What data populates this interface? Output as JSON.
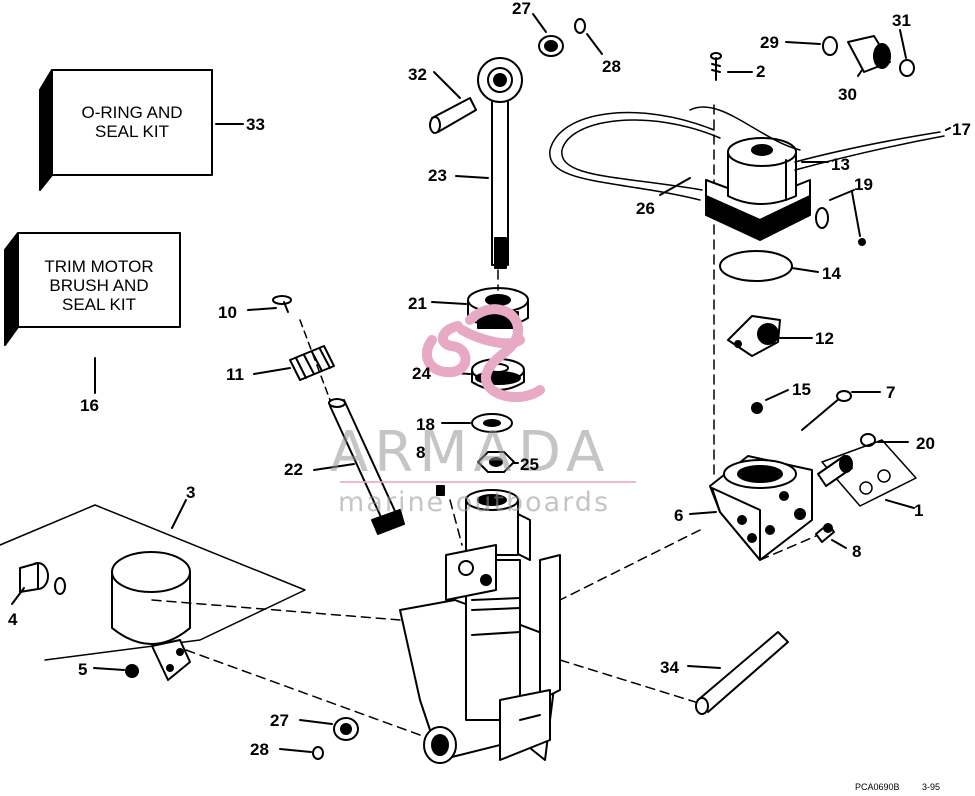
{
  "kits": {
    "oring_seal_kit": "O-RING AND\nSEAL KIT",
    "trim_motor_kit": "TRIM MOTOR\nBRUSH AND\nSEAL KIT"
  },
  "callouts": {
    "c1": "1",
    "c2": "2",
    "c3": "3",
    "c4": "4",
    "c5": "5",
    "c6": "6",
    "c7": "7",
    "c8a": "8",
    "c8b": "8",
    "c10": "10",
    "c11": "11",
    "c12": "12",
    "c13": "13",
    "c14": "14",
    "c15": "15",
    "c16": "16",
    "c17": "17",
    "c18": "18",
    "c19": "19",
    "c20": "20",
    "c21": "21",
    "c22": "22",
    "c23": "23",
    "c24": "24",
    "c25": "25",
    "c26": "26",
    "c27a": "27",
    "c27b": "27",
    "c28a": "28",
    "c28b": "28",
    "c29": "29",
    "c30": "30",
    "c31": "31",
    "c32": "32",
    "c33": "33",
    "c34": "34"
  },
  "watermark": {
    "brand": "ARMADA",
    "tagline": "marine outboards",
    "logo_color": "#e7a9c4"
  },
  "footer": {
    "part_code": "PCA0690B",
    "date": "3-95"
  }
}
